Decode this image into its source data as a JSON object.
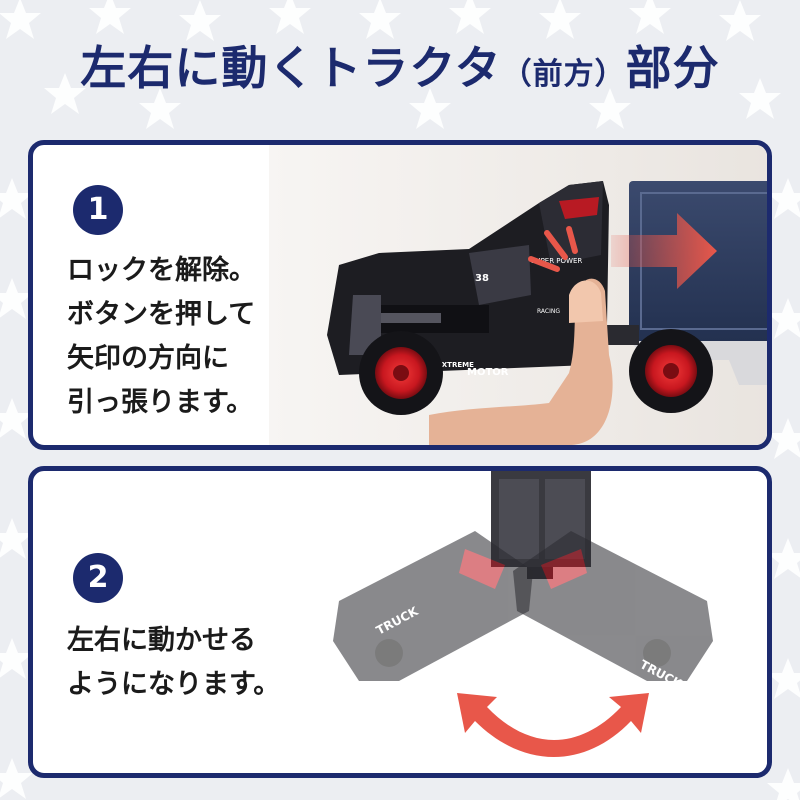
{
  "header": {
    "title_main": "左右に動くトラクタ",
    "title_paren": "（前方）",
    "title_tail": "部分"
  },
  "steps": [
    {
      "number": "1",
      "lines": [
        "ロックを解除。",
        "ボタンを押して",
        "矢印の方向に",
        "引っ張ります。"
      ]
    },
    {
      "number": "2",
      "lines": [
        "左右に動かせる",
        "ようになります。"
      ]
    }
  ],
  "photo1": {
    "truck_decals": [
      "EXTREME",
      "MOTOR",
      "SUPER POWER",
      "RACING",
      "38"
    ]
  },
  "photo2": {
    "cab_decals": [
      "TRUCK"
    ]
  },
  "colors": {
    "navy": "#1c2a6e",
    "arrow_red": "#e8574a",
    "background": "#eceef2",
    "wheel_red": "#d8202a"
  }
}
